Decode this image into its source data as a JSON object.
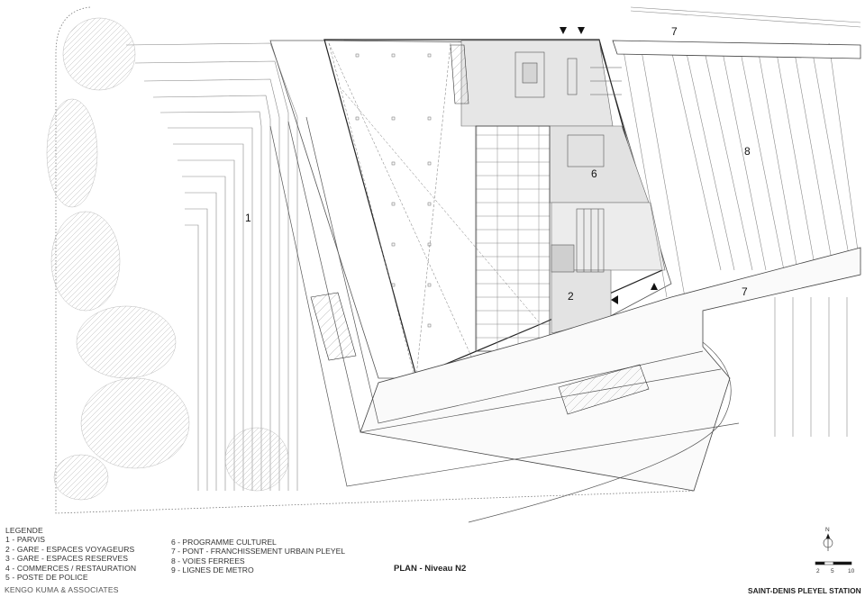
{
  "legend": {
    "heading": "LEGENDE",
    "items": [
      "1 - PARVIS",
      "2 - GARE - ESPACES VOYAGEURS",
      "3 - GARE - ESPACES RESERVES",
      "4 - COMMERCES / RESTAURATION",
      "5 - POSTE DE POLICE",
      "6 - PROGRAMME CULTUREL",
      "7 - PONT - FRANCHISSEMENT URBAIN PLEYEL",
      "8 - VOIES FERREES",
      "9 - LIGNES DE METRO"
    ]
  },
  "plan_labels": {
    "zone_1": "1",
    "zone_2": "2",
    "zone_6": "6",
    "zone_7_top": "7",
    "zone_7_bottom": "7",
    "zone_8": "8"
  },
  "title": "PLAN - Niveau N2",
  "office": "KENGO KUMA & ASSOCIATES",
  "station": "SAINT-DENIS PLEYEL STATION",
  "north": "N",
  "scale": [
    "2",
    "5",
    "10"
  ]
}
